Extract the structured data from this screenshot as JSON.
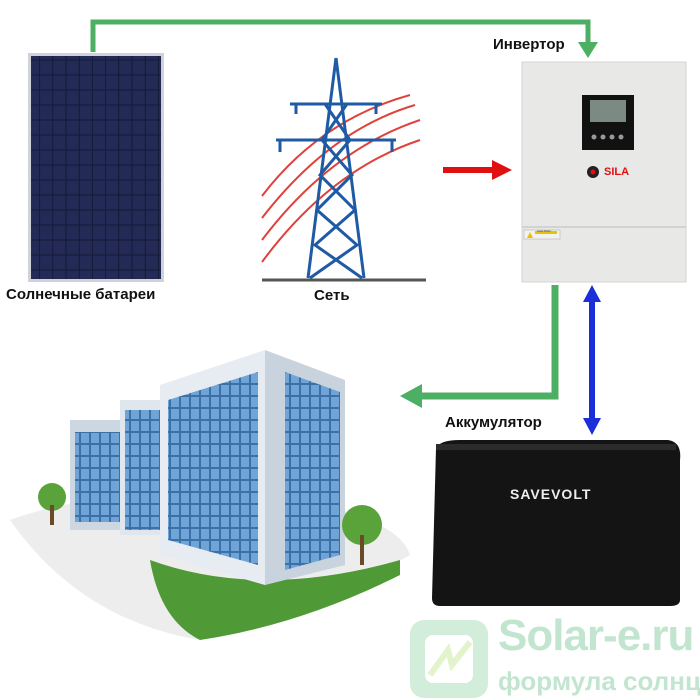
{
  "labels": {
    "solar": "Солнечные батареи",
    "grid": "Сеть",
    "inverter": "Инвертор",
    "battery": "Аккумулятор"
  },
  "brands": {
    "inverter": "SILA",
    "battery": "SAVEVOLT",
    "caution": "CAUTION"
  },
  "watermark": {
    "site": "Solar-e.ru",
    "tagline": "формула солнца"
  },
  "colors": {
    "solar_flow": "#4caf63",
    "grid_flow": "#e01010",
    "battery_flow": "#1a2fd8"
  }
}
